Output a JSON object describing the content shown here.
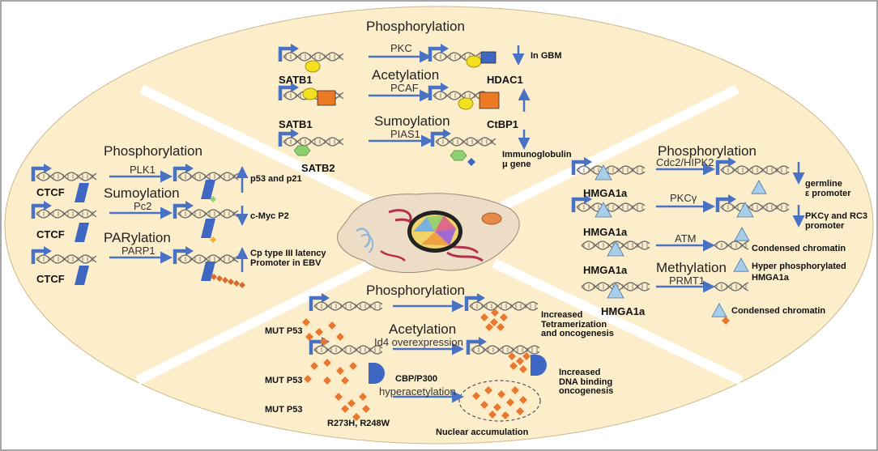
{
  "colors": {
    "background": "#fdeecb",
    "border": "#8a8a8a",
    "dna": "#666666",
    "promoter": "#4a72c4",
    "arrow": "#4a72c4",
    "ctcf": "#3d67c2",
    "satb1_yellow": "#f3e021",
    "satb1_orange": "#ec7a25",
    "satb2_green": "#8fcf73",
    "hmga": "#a8cde8",
    "mut_p53": "#e9782e",
    "cbp": "#3d67c2"
  },
  "top": {
    "phosphorylation": {
      "head": "Phosphorylation",
      "enzyme": "PKC",
      "protein": "SATB1",
      "partner": "HDAC1",
      "outcome": "In GBM"
    },
    "acetylation": {
      "head": "Acetylation",
      "enzyme": "PCAF",
      "protein": "SATB1",
      "partner": "CtBP1"
    },
    "sumoylation": {
      "head": "Sumoylation",
      "enzyme": "PIAS1",
      "protein": "SATB2",
      "outcome": "Immunoglobulin\nμ gene"
    }
  },
  "left": {
    "phosphorylation": {
      "head": "Phosphorylation",
      "enzyme": "PLK1",
      "protein": "CTCF",
      "outcome": "p53 and p21"
    },
    "sumoylation": {
      "head": "Sumoylation",
      "enzyme": "Pc2",
      "protein": "CTCF",
      "outcome": "c-Myc P2"
    },
    "parylation": {
      "head": "PARylation",
      "enzyme": "PARP1",
      "protein": "CTCF",
      "outcome": "Cp type III latency\nPromoter in EBV"
    }
  },
  "right": {
    "phosphorylation": {
      "head": "Phosphorylation",
      "enzyme": "Cdc2/HIPK2",
      "protein": "",
      "outcome": "germline\nε promoter"
    },
    "pkc": {
      "enzyme": "PKCγ",
      "protein": "HMGA1a",
      "outcome": "PKCγ and RC3\npromoter"
    },
    "atm": {
      "enzyme": "ATM",
      "protein": "HMGA1a",
      "outcome": "Condensed chromatin"
    },
    "methylation": {
      "head": "Methylation",
      "enzyme": "PRMT1",
      "protein": "HMGA1a",
      "protein2": "HMGA1a",
      "outcome": "Hyper phosphorylated\nHMGA1a",
      "outcome2": "Condensed chromatin"
    }
  },
  "bottom": {
    "phosphorylation": {
      "head": "Phosphorylation",
      "protein": "MUT P53",
      "outcome": "Increased\nTetramerization\nand oncogenesis"
    },
    "acetylation": {
      "head": "Acetylation",
      "enzyme": "Id4 overexpression",
      "protein": "MUT P53",
      "partner": "CBP/P300",
      "outcome": "Increased\nDNA binding\noncogenesis"
    },
    "hyper": {
      "enzyme": "hyperacetylation",
      "protein": "MUT P53",
      "mutants": "R273H, R248W",
      "outcome": "Nuclear accumulation"
    }
  }
}
